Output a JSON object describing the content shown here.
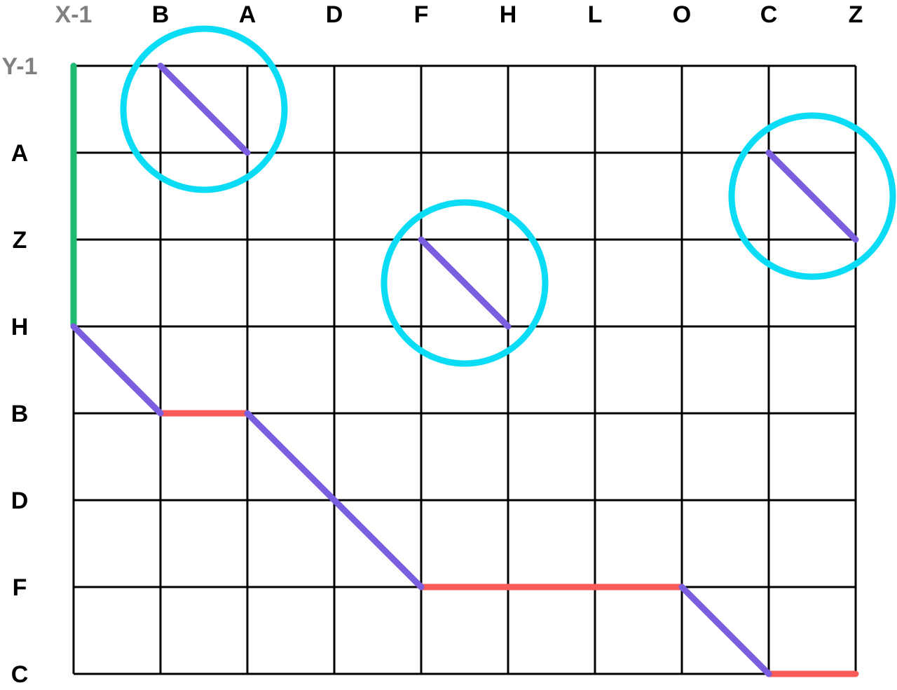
{
  "grid": {
    "x_labels": [
      "X-1",
      "B",
      "A",
      "D",
      "F",
      "H",
      "L",
      "O",
      "C",
      "Z"
    ],
    "y_labels": [
      "Y-1",
      "A",
      "Z",
      "H",
      "B",
      "D",
      "F",
      "C"
    ]
  },
  "colors": {
    "label": "#000000",
    "origin_label": "#808080",
    "grid_line": "#000000",
    "vertical_segment": "#1fba6f",
    "diagonal_segment": "#7b5de0",
    "horizontal_segment": "#f95a5a",
    "highlight_circle": "#0adcf5"
  },
  "path": {
    "vertical": [
      {
        "from": [
          "X-1",
          "Y-1"
        ],
        "to": [
          "X-1",
          "H"
        ]
      }
    ],
    "diagonal": [
      {
        "from": [
          "X-1",
          "H"
        ],
        "to": [
          "B",
          "B"
        ]
      },
      {
        "from": [
          "A",
          "B"
        ],
        "to": [
          "F",
          "F"
        ]
      },
      {
        "from": [
          "O",
          "F"
        ],
        "to": [
          "C",
          "C"
        ]
      },
      {
        "from": [
          "B",
          "Y-1"
        ],
        "to": [
          "A",
          "A"
        ]
      },
      {
        "from": [
          "F",
          "Z"
        ],
        "to": [
          "H",
          "H"
        ]
      },
      {
        "from": [
          "C",
          "A"
        ],
        "to": [
          "Z",
          "Z"
        ]
      }
    ],
    "horizontal": [
      {
        "from": [
          "B",
          "B"
        ],
        "to": [
          "A",
          "B"
        ]
      },
      {
        "from": [
          "F",
          "F"
        ],
        "to": [
          "O",
          "F"
        ]
      },
      {
        "from": [
          "C",
          "C"
        ],
        "to": [
          "Z",
          "C"
        ]
      }
    ]
  },
  "highlights": [
    {
      "cell": [
        "B",
        "Y-1"
      ]
    },
    {
      "cell": [
        "F",
        "Z"
      ]
    },
    {
      "cell": [
        "C",
        "A"
      ]
    }
  ]
}
